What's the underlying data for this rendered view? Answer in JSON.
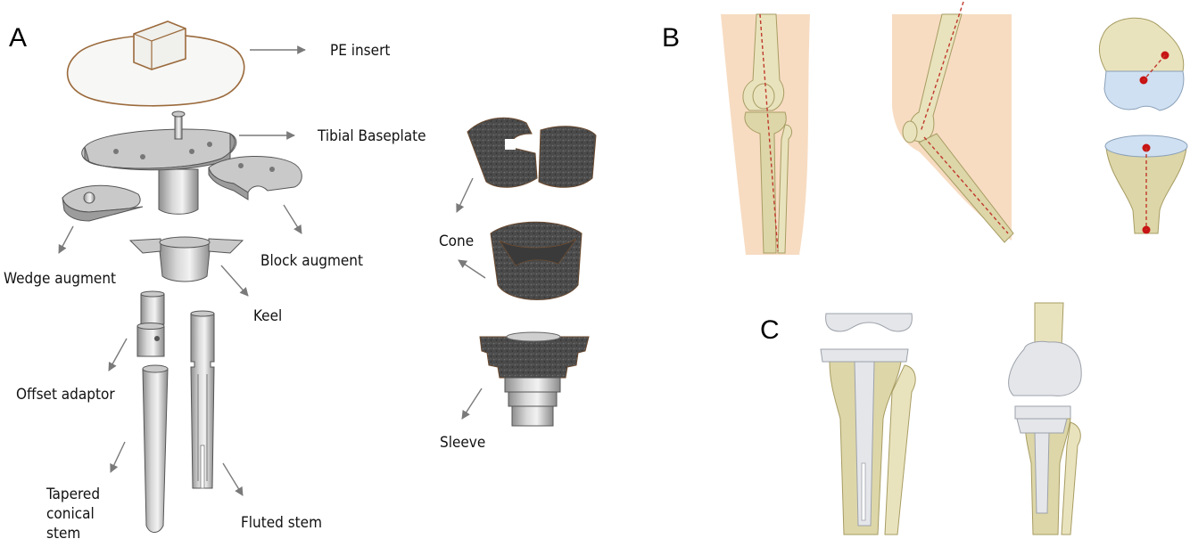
{
  "panels": {
    "a": {
      "letter": "A"
    },
    "b": {
      "letter": "B"
    },
    "c": {
      "letter": "C"
    }
  },
  "labels": {
    "pe_insert": "PE insert",
    "tibial_baseplate": "Tibial Baseplate",
    "wedge_augment": "Wedge augment",
    "block_augment": "Block augment",
    "keel": "Keel",
    "offset_adaptor": "Offset adaptor",
    "tapered_conical_stem": [
      "Tapered",
      "conical",
      "stem"
    ],
    "fluted_stem": "Fluted stem",
    "cone": "Cone",
    "sleeve": "Sleeve"
  },
  "colors": {
    "metal": "#b8b8b8",
    "polyethylene": "#f7f7f5",
    "porous_metal": "#4a4a4a",
    "bone": "#ddd6a8",
    "skin": "#f7dcc2",
    "resection_surface": "#cfe0f2",
    "mechanical_axis": "#c0392b"
  }
}
